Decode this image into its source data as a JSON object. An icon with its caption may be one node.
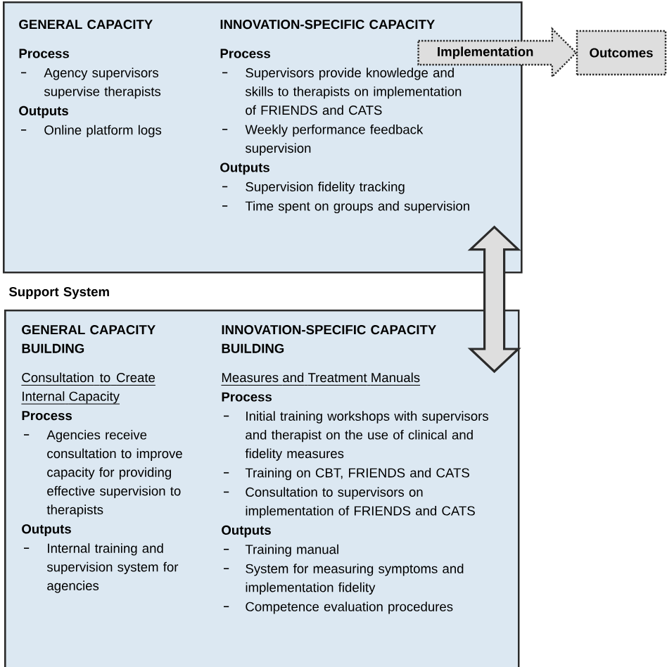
{
  "diagram": {
    "nodes": [
      {
        "text": [
          "GENERAL CAPACITY",
          "Process",
          "Agency supervisors supervise therapists",
          "Outputs",
          "Online platform logs",
          "INNOVATION-SPECIFIC CAPACITY",
          "Process",
          "Supervisors provide knowledge and skills to therapists on implementation of FRIENDS and CATS",
          "Weekly performance feedback supervision",
          "Outputs",
          "Supervision fidelity tracking",
          "Time spent on groups and supervision"
        ]
      },
      {
        "text": [
          "Outcomes"
        ]
      },
      {
        "text": [
          "Support System",
          "GENERAL CAPACITY BUILDING",
          "Consultation to Create Internal Capacity",
          "Process",
          "Agencies receive consultation to improve capacity for providing effective supervision to therapists",
          "Outputs",
          "Internal training and supervision system for agencies",
          "INNOVATION-SPECIFIC CAPACITY BUILDING",
          "Measures and Treatment Manuals",
          "Process",
          "Initial training workshops with supervisors and therapist on the use of clinical and fidelity measures",
          "Training on CBT, FRIENDS and CATS",
          "Consultation to supervisors on implementation of FRIENDS and CATS",
          "Outputs",
          "Training manual",
          "System for measuring symptoms and implementation fidelity",
          "Competence evaluation procedures"
        ]
      }
    ],
    "edges": [
      {
        "from": 0,
        "to": 1,
        "arrow": "to",
        "label": "Implementation",
        "style": "dashed"
      },
      {
        "from": 2,
        "to": 0,
        "arrow": "both",
        "style": "thick"
      }
    ]
  }
}
